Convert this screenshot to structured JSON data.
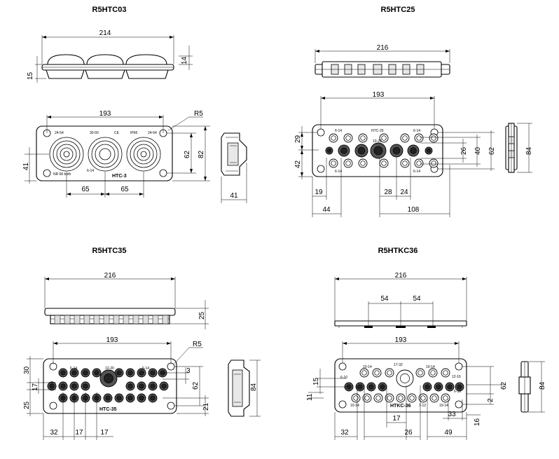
{
  "drawings": {
    "htc03": {
      "title": "R5HTC03",
      "dims": {
        "width": "214",
        "height_top": "14",
        "height_left": "15",
        "holes_pitch": "193",
        "radius": "R5",
        "h62": "62",
        "h82": "82",
        "h41": "41",
        "pitch_a": "65",
        "pitch_b": "65",
        "side_depth": "41"
      },
      "labels": {
        "l1": "24-54",
        "l2": "30-50",
        "l3": "CE",
        "l4": "IP66",
        "l5": "24-54",
        "l6": "HTC-3",
        "l7": "6-14",
        "l8": "NR 66 both"
      }
    },
    "htc25": {
      "title": "R5HTC25",
      "dims": {
        "width": "216",
        "holes_pitch": "193",
        "d29": "29",
        "d42": "42",
        "d26": "26",
        "d40": "40",
        "d62": "62",
        "d84": "84",
        "d19": "19",
        "d44": "44",
        "d28": "28",
        "d24": "24",
        "d108": "108"
      },
      "labels": {
        "name": "HTC-25",
        "a": "6-14",
        "b": "6-14",
        "c": "10-20",
        "d": "6-14",
        "e": "6-14"
      }
    },
    "htc35": {
      "title": "R5HTC35",
      "dims": {
        "width": "216",
        "height_side": "25",
        "holes_pitch": "193",
        "radius": "R5",
        "d30": "30",
        "d17v": "17",
        "d25": "25",
        "d3": "3",
        "d62": "62",
        "d21": "21",
        "d84": "84",
        "d32": "32",
        "d17a": "17",
        "d17b": "17"
      },
      "labels": {
        "name": "HTC-35",
        "a": "6-14",
        "b": "12-20",
        "c": "6-14"
      }
    },
    "htkc36": {
      "title": "R5HTKC36",
      "dims": {
        "width": "216",
        "pitch_a": "54",
        "pitch_b": "54",
        "holes_pitch": "193",
        "d15": "15",
        "d11": "11",
        "d62": "62",
        "d2": "2",
        "d84": "84",
        "d32": "32",
        "d17": "17",
        "d26": "26",
        "d33": "33",
        "d16": "16",
        "d49": "49"
      },
      "labels": {
        "name": "HTKC-36",
        "a": "10-14",
        "b": "17-32",
        "c": "10-14",
        "d": "12-16",
        "e": "6-10",
        "f": "10-14",
        "g": "7-12",
        "h": "10-14",
        "i": "6-10"
      }
    }
  }
}
